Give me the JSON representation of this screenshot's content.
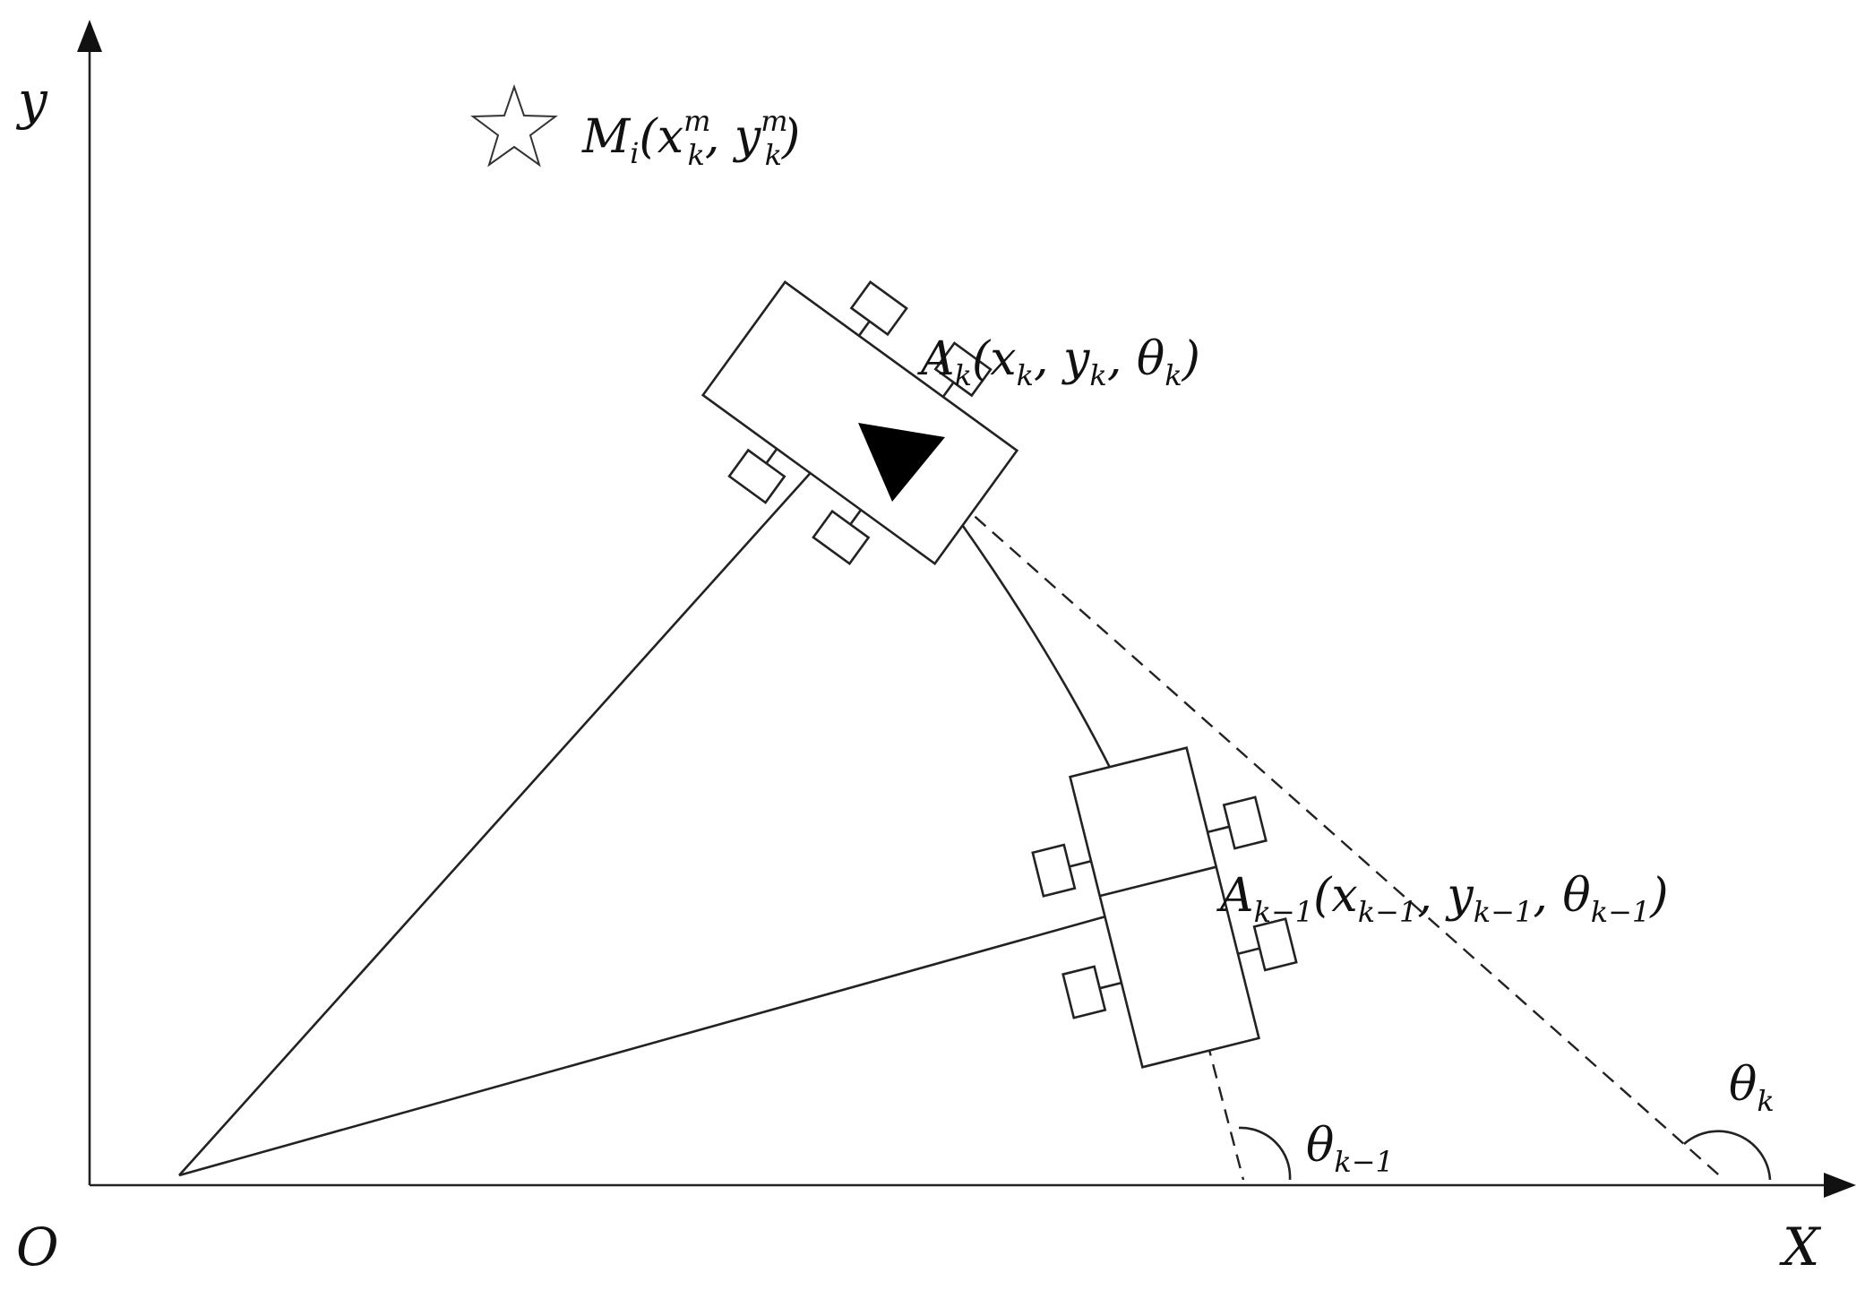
{
  "axes": {
    "x_label": "X",
    "y_label": "y",
    "origin_label": "O"
  },
  "landmark": {
    "icon": "star-icon",
    "name": "M",
    "name_sub": "i",
    "open": "(",
    "x": "x",
    "x_sub": "k",
    "x_sup": "m",
    "comma": ", ",
    "y": "y",
    "y_sub": "k",
    "y_sup": "m",
    "close": ")"
  },
  "pose_k": {
    "name": "A",
    "name_sub": "k",
    "open": "(",
    "x": "x",
    "x_sub": "k",
    "comma1": ", ",
    "y": "y",
    "y_sub": "k",
    "comma2": ", ",
    "theta": "θ",
    "theta_sub": "k",
    "close": ")"
  },
  "pose_k1": {
    "name": "A",
    "name_sub": "k−1",
    "open": "(",
    "x": "x",
    "x_sub": "k−1",
    "comma1": ", ",
    "y": "y",
    "y_sub": "k−1",
    "comma2": ", ",
    "theta": "θ",
    "theta_sub": "k−1",
    "close": ")"
  },
  "angle_k1": {
    "symbol": "θ",
    "sub": "k−1"
  },
  "angle_k": {
    "symbol": "θ",
    "sub": "k"
  }
}
